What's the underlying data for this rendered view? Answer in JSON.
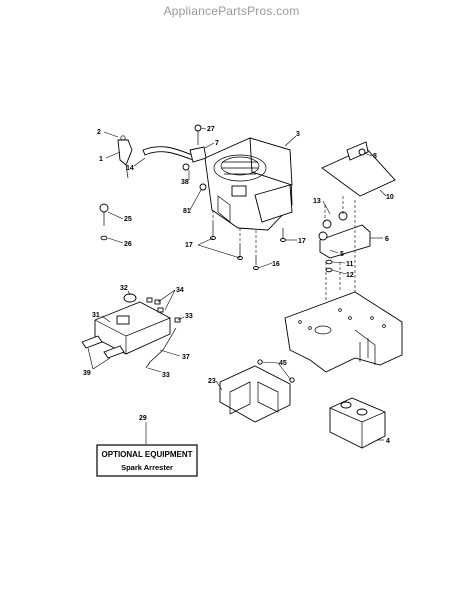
{
  "watermark": "AppliancePartsPros.com",
  "callouts": [
    "2",
    "1",
    "14",
    "27",
    "7",
    "3",
    "38",
    "81",
    "8",
    "10",
    "13",
    "6",
    "25",
    "26",
    "17",
    "16",
    "17",
    "11",
    "12",
    "5",
    "32",
    "34",
    "31",
    "33",
    "37",
    "39",
    "33",
    "23",
    "45",
    "4",
    "29"
  ],
  "optional_box": {
    "title": "OPTIONAL EQUIPMENT",
    "subtitle": "Spark Arrester"
  }
}
